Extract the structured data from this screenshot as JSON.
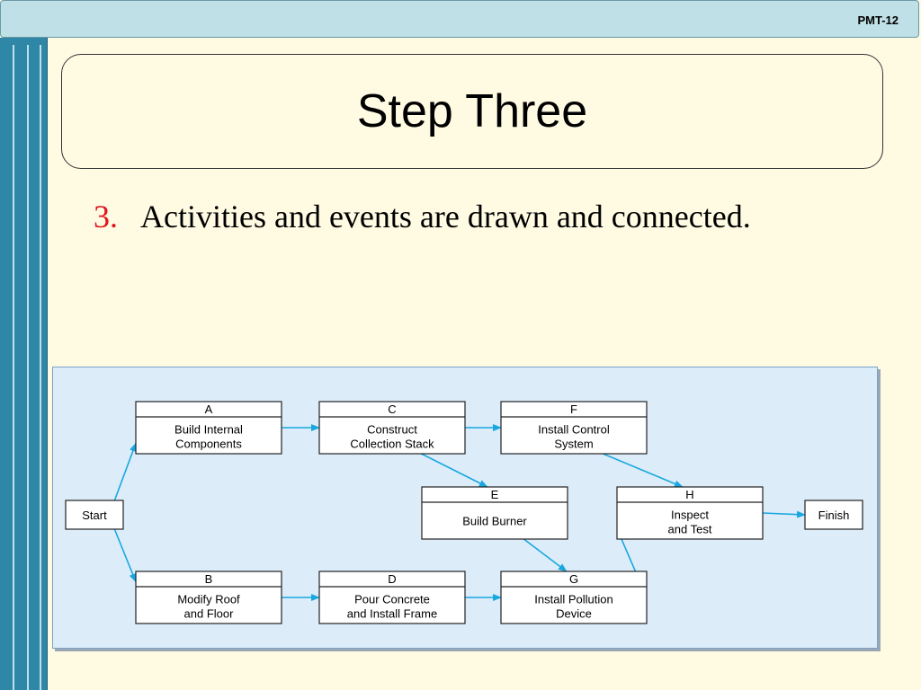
{
  "header": {
    "slide_number": "PMT-12"
  },
  "title": "Step Three",
  "bullet": {
    "number": "3.",
    "text": "Activities and events are drawn and connected."
  },
  "diagram": {
    "start_label": "Start",
    "finish_label": "Finish",
    "activities": [
      {
        "id": "A",
        "line1": "Build Internal",
        "line2": "Components"
      },
      {
        "id": "C",
        "line1": "Construct",
        "line2": "Collection Stack"
      },
      {
        "id": "F",
        "line1": "Install Control",
        "line2": "System"
      },
      {
        "id": "E",
        "line1": "Build Burner",
        "line2": ""
      },
      {
        "id": "H",
        "line1": "Inspect",
        "line2": "and Test"
      },
      {
        "id": "B",
        "line1": "Modify Roof",
        "line2": "and Floor"
      },
      {
        "id": "D",
        "line1": "Pour Concrete",
        "line2": "and Install Frame"
      },
      {
        "id": "G",
        "line1": "Install Pollution",
        "line2": "Device"
      }
    ],
    "edges": [
      [
        "Start",
        "A"
      ],
      [
        "Start",
        "B"
      ],
      [
        "A",
        "C"
      ],
      [
        "C",
        "F"
      ],
      [
        "C",
        "E"
      ],
      [
        "F",
        "H"
      ],
      [
        "B",
        "D"
      ],
      [
        "D",
        "G"
      ],
      [
        "E",
        "G"
      ],
      [
        "G",
        "H"
      ],
      [
        "H",
        "Finish"
      ]
    ],
    "colors": {
      "arrow": "#1aa7e0",
      "box_border": "#222222",
      "box_fill": "#ffffff"
    }
  }
}
